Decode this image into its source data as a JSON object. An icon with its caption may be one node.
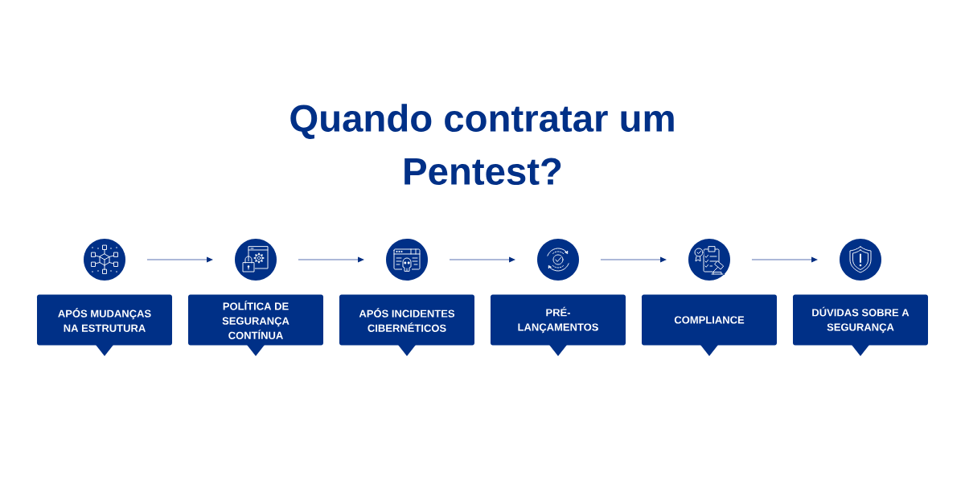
{
  "diagram": {
    "title": "Quando contratar um Pentest?",
    "nodes": [
      {
        "text": [],
        "shape": "circle"
      },
      {
        "text": [
          "APÓS MUDANÇAS NA ESTRUTURA"
        ]
      },
      {
        "text": [],
        "shape": "circle"
      },
      {
        "text": [
          "POLÍTICA DE SEGURANÇA CONTÍNUA"
        ]
      },
      {
        "text": [],
        "shape": "circle"
      },
      {
        "text": [
          "APÓS INCIDENTES CIBERNÉTICOS"
        ]
      },
      {
        "text": [],
        "shape": "circle"
      },
      {
        "text": [
          "PRÉ- LANÇAMENTOS"
        ]
      },
      {
        "text": [],
        "shape": "circle"
      },
      {
        "text": [
          "COMPLIANCE"
        ]
      },
      {
        "text": [],
        "shape": "circle"
      },
      {
        "text": [
          "DÚVIDAS SOBRE A SEGURANÇA"
        ]
      }
    ],
    "edges": [
      {
        "from": 0,
        "to": 2,
        "arrow": "to"
      },
      {
        "from": 2,
        "to": 4,
        "arrow": "to"
      },
      {
        "from": 4,
        "to": 6,
        "arrow": "to"
      },
      {
        "from": 6,
        "to": 8,
        "arrow": "to"
      },
      {
        "from": 8,
        "to": 10,
        "arrow": "to"
      }
    ]
  }
}
